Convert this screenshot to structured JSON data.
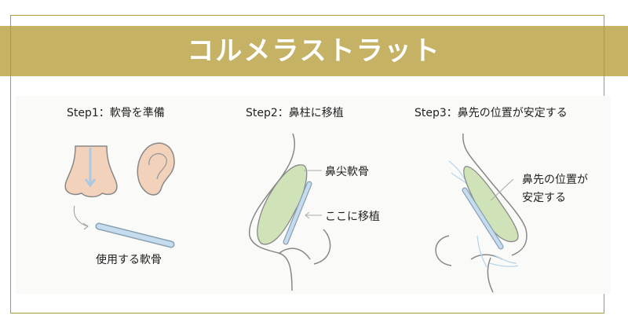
{
  "header": {
    "title": "コルメラストラット",
    "accent": "#c5b265",
    "border": "#b49a2a"
  },
  "steps": [
    {
      "title": "Step1：軟骨を準備",
      "labels": [
        "使用する軟骨"
      ]
    },
    {
      "title": "Step2：鼻柱に移植",
      "labels": [
        "鼻尖軟骨",
        "ここに移植"
      ]
    },
    {
      "title": "Step3：鼻先の位置が安定する",
      "labels": [
        "鼻先の位置が",
        "安定する"
      ]
    }
  ]
}
